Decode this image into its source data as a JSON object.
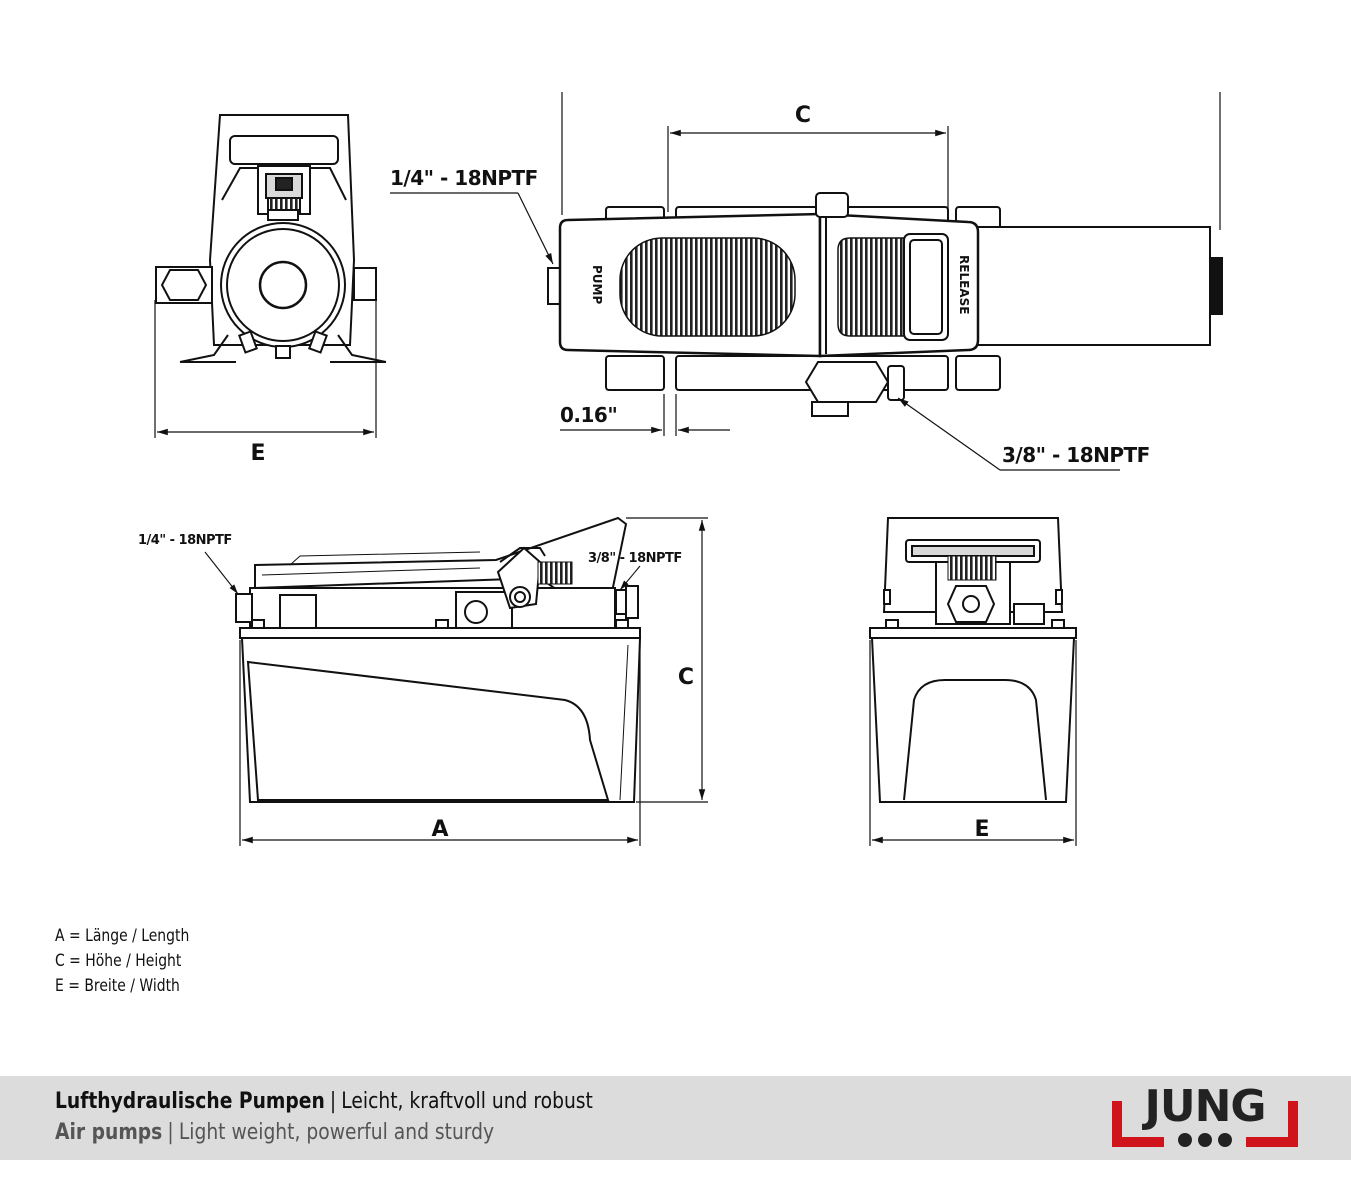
{
  "labels": {
    "e_top": "E",
    "c_top": "C",
    "callout_14": "1/4\" - 18NPTF",
    "callout_38": "3/8\" - 18NPTF",
    "gap": "0.16\"",
    "pump": "PUMP",
    "release": "RELEASE",
    "callout_14_side": "1/4\" - 18NPTF",
    "callout_38_side": "3/8\" - 18NPTF",
    "c_side": "C",
    "a_side": "A",
    "e_front": "E"
  },
  "legend": [
    "A = Länge / Length",
    "C = Höhe / Height",
    "E = Breite / Width"
  ],
  "footer": {
    "de_bold": "Lufthydraulische Pumpen",
    "de_rest": "Leicht, kraftvoll und robust",
    "en_bold": "Air pumps",
    "en_rest": "Light weight, powerful and sturdy",
    "separator": "|"
  },
  "logo": {
    "text": "JUNG",
    "accent": "#d0141c",
    "dots": "#222222"
  },
  "colors": {
    "line": "#111111",
    "fill": "#ffffff",
    "shade": "#d9d9d9"
  }
}
